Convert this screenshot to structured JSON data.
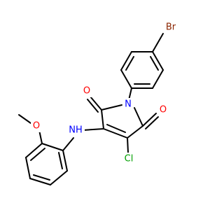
{
  "molecule": {
    "atoms": {
      "br": {
        "label": "Br",
        "color": "#8B2500"
      },
      "n": {
        "label": "N",
        "color": "#0000FF"
      },
      "o1": {
        "label": "O",
        "color": "#FF0000"
      },
      "o2": {
        "label": "O",
        "color": "#FF0000"
      },
      "nh": {
        "label": "NH",
        "color": "#0000FF"
      },
      "cl": {
        "label": "Cl",
        "color": "#00A000"
      },
      "o3": {
        "label": "O",
        "color": "#FF0000"
      }
    }
  }
}
